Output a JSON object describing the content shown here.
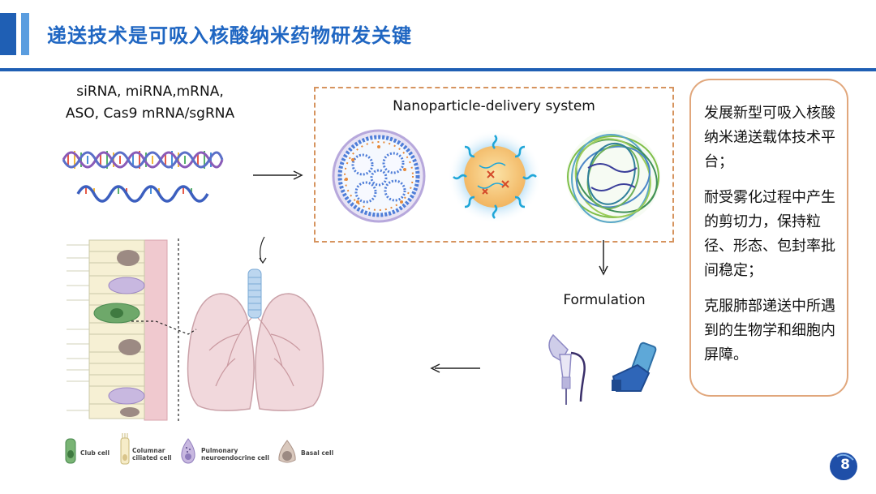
{
  "header": {
    "title": "递送技术是可吸入核酸纳米药物研发关键"
  },
  "nucleic_acids": {
    "line1": "siRNA, miRNA,mRNA,",
    "line2": "ASO, Cas9 mRNA/sgRNA"
  },
  "nanoparticle_box": {
    "title": "Nanoparticle-delivery system"
  },
  "formulation": {
    "label": "Formulation"
  },
  "callout": {
    "point1": "发展新型可吸入核酸纳米递送载体技术平台；",
    "point2": "耐受雾化过程中产生的剪切力，保持粒径、形态、包封率批间稳定；",
    "point3": "克服肺部递送中所遇到的生物学和细胞内屏障。"
  },
  "legend": {
    "club_cell": "Club cell",
    "columnar_line1": "Columnar",
    "columnar_line2": "ciliated cell",
    "pulmonary_line1": "Pulmonary",
    "pulmonary_line2": "neuroendocrine cell",
    "basal_cell": "Basal cell"
  },
  "page": {
    "number": "8"
  },
  "colors": {
    "title_blue": "#1f66c2",
    "accent_blue": "#1f5fb4",
    "callout_border": "#e1a77c",
    "box_dash": "#d6945f"
  }
}
